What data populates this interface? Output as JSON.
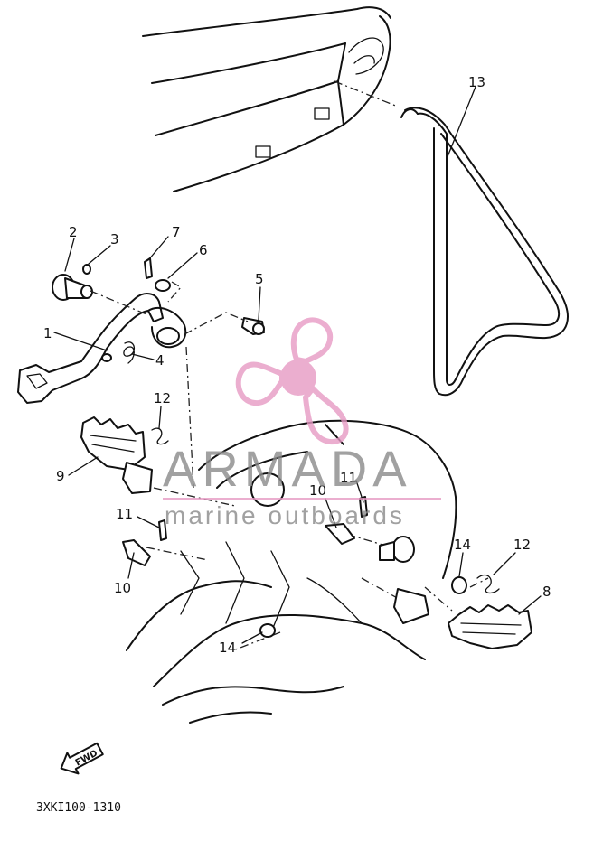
{
  "diagram": {
    "part_code": "3XKI100-1310",
    "fwd_label": "FWD",
    "callouts": [
      {
        "id": "c1",
        "label": "1"
      },
      {
        "id": "c2",
        "label": "2"
      },
      {
        "id": "c3",
        "label": "3"
      },
      {
        "id": "c4",
        "label": "4"
      },
      {
        "id": "c5",
        "label": "5"
      },
      {
        "id": "c6",
        "label": "6"
      },
      {
        "id": "c7",
        "label": "7"
      },
      {
        "id": "c8",
        "label": "8"
      },
      {
        "id": "c9",
        "label": "9"
      },
      {
        "id": "c10a",
        "label": "10"
      },
      {
        "id": "c10b",
        "label": "10"
      },
      {
        "id": "c11a",
        "label": "11"
      },
      {
        "id": "c11b",
        "label": "11"
      },
      {
        "id": "c12a",
        "label": "12"
      },
      {
        "id": "c12b",
        "label": "12"
      },
      {
        "id": "c13",
        "label": "13"
      },
      {
        "id": "c14a",
        "label": "14"
      },
      {
        "id": "c14b",
        "label": "14"
      }
    ]
  },
  "watermark": {
    "brand": "ARMADA",
    "tagline": "marine outboards",
    "color_text": "#8a8a8a",
    "color_accent": "#e79ac4"
  }
}
